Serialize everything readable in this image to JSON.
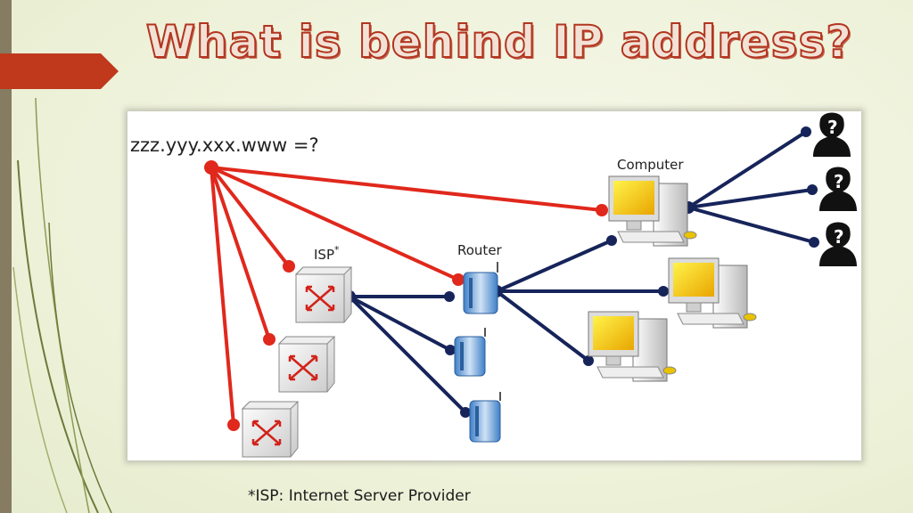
{
  "slide": {
    "title": "What is behind IP address?",
    "footnote": "*ISP: Internet Server Provider"
  },
  "diagram": {
    "ip_label": "zzz.yyy.xxx.www =?",
    "isp_label": "ISP",
    "isp_asterisk": "*",
    "router_label": "Router",
    "computer_label": "Computer",
    "unknown_mark": "?"
  },
  "colors": {
    "red_link": "#e0281c",
    "blue_link": "#16245a",
    "title_outline": "#b23520",
    "title_fill": "#f2e2d6",
    "accent_arrow": "#c0391d",
    "left_bar": "#857c62"
  }
}
